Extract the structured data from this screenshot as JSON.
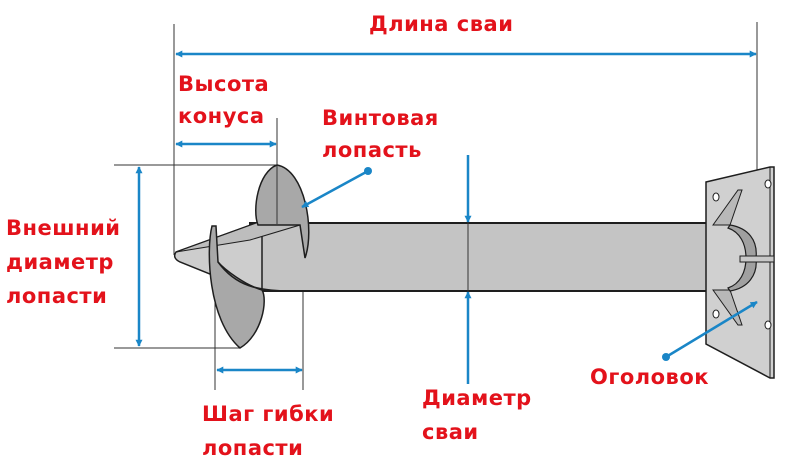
{
  "title": "Screw pile dimensions diagram",
  "colors": {
    "label": "#e3121b",
    "dimension_arrow": "#1a86c7",
    "pile_fill": "#c4c4c4",
    "blade_fill": "#a8a8a8",
    "outline": "#1e1e1e"
  },
  "labels": {
    "pile_length": "Длина сваи",
    "cone_height_line1": "Высота",
    "cone_height_line2": "конуса",
    "screw_blade_line1": "Винтовая",
    "screw_blade_line2": "лопасть",
    "outer_diameter_line1": "Внешний",
    "outer_diameter_line2": "диаметр",
    "outer_diameter_line3": "лопасти",
    "blade_pitch_line1": "Шаг гибки",
    "blade_pitch_line2": "лопасти",
    "pile_diameter_line1": "Диаметр",
    "pile_diameter_line2": "сваи",
    "head": "Оголовок"
  }
}
